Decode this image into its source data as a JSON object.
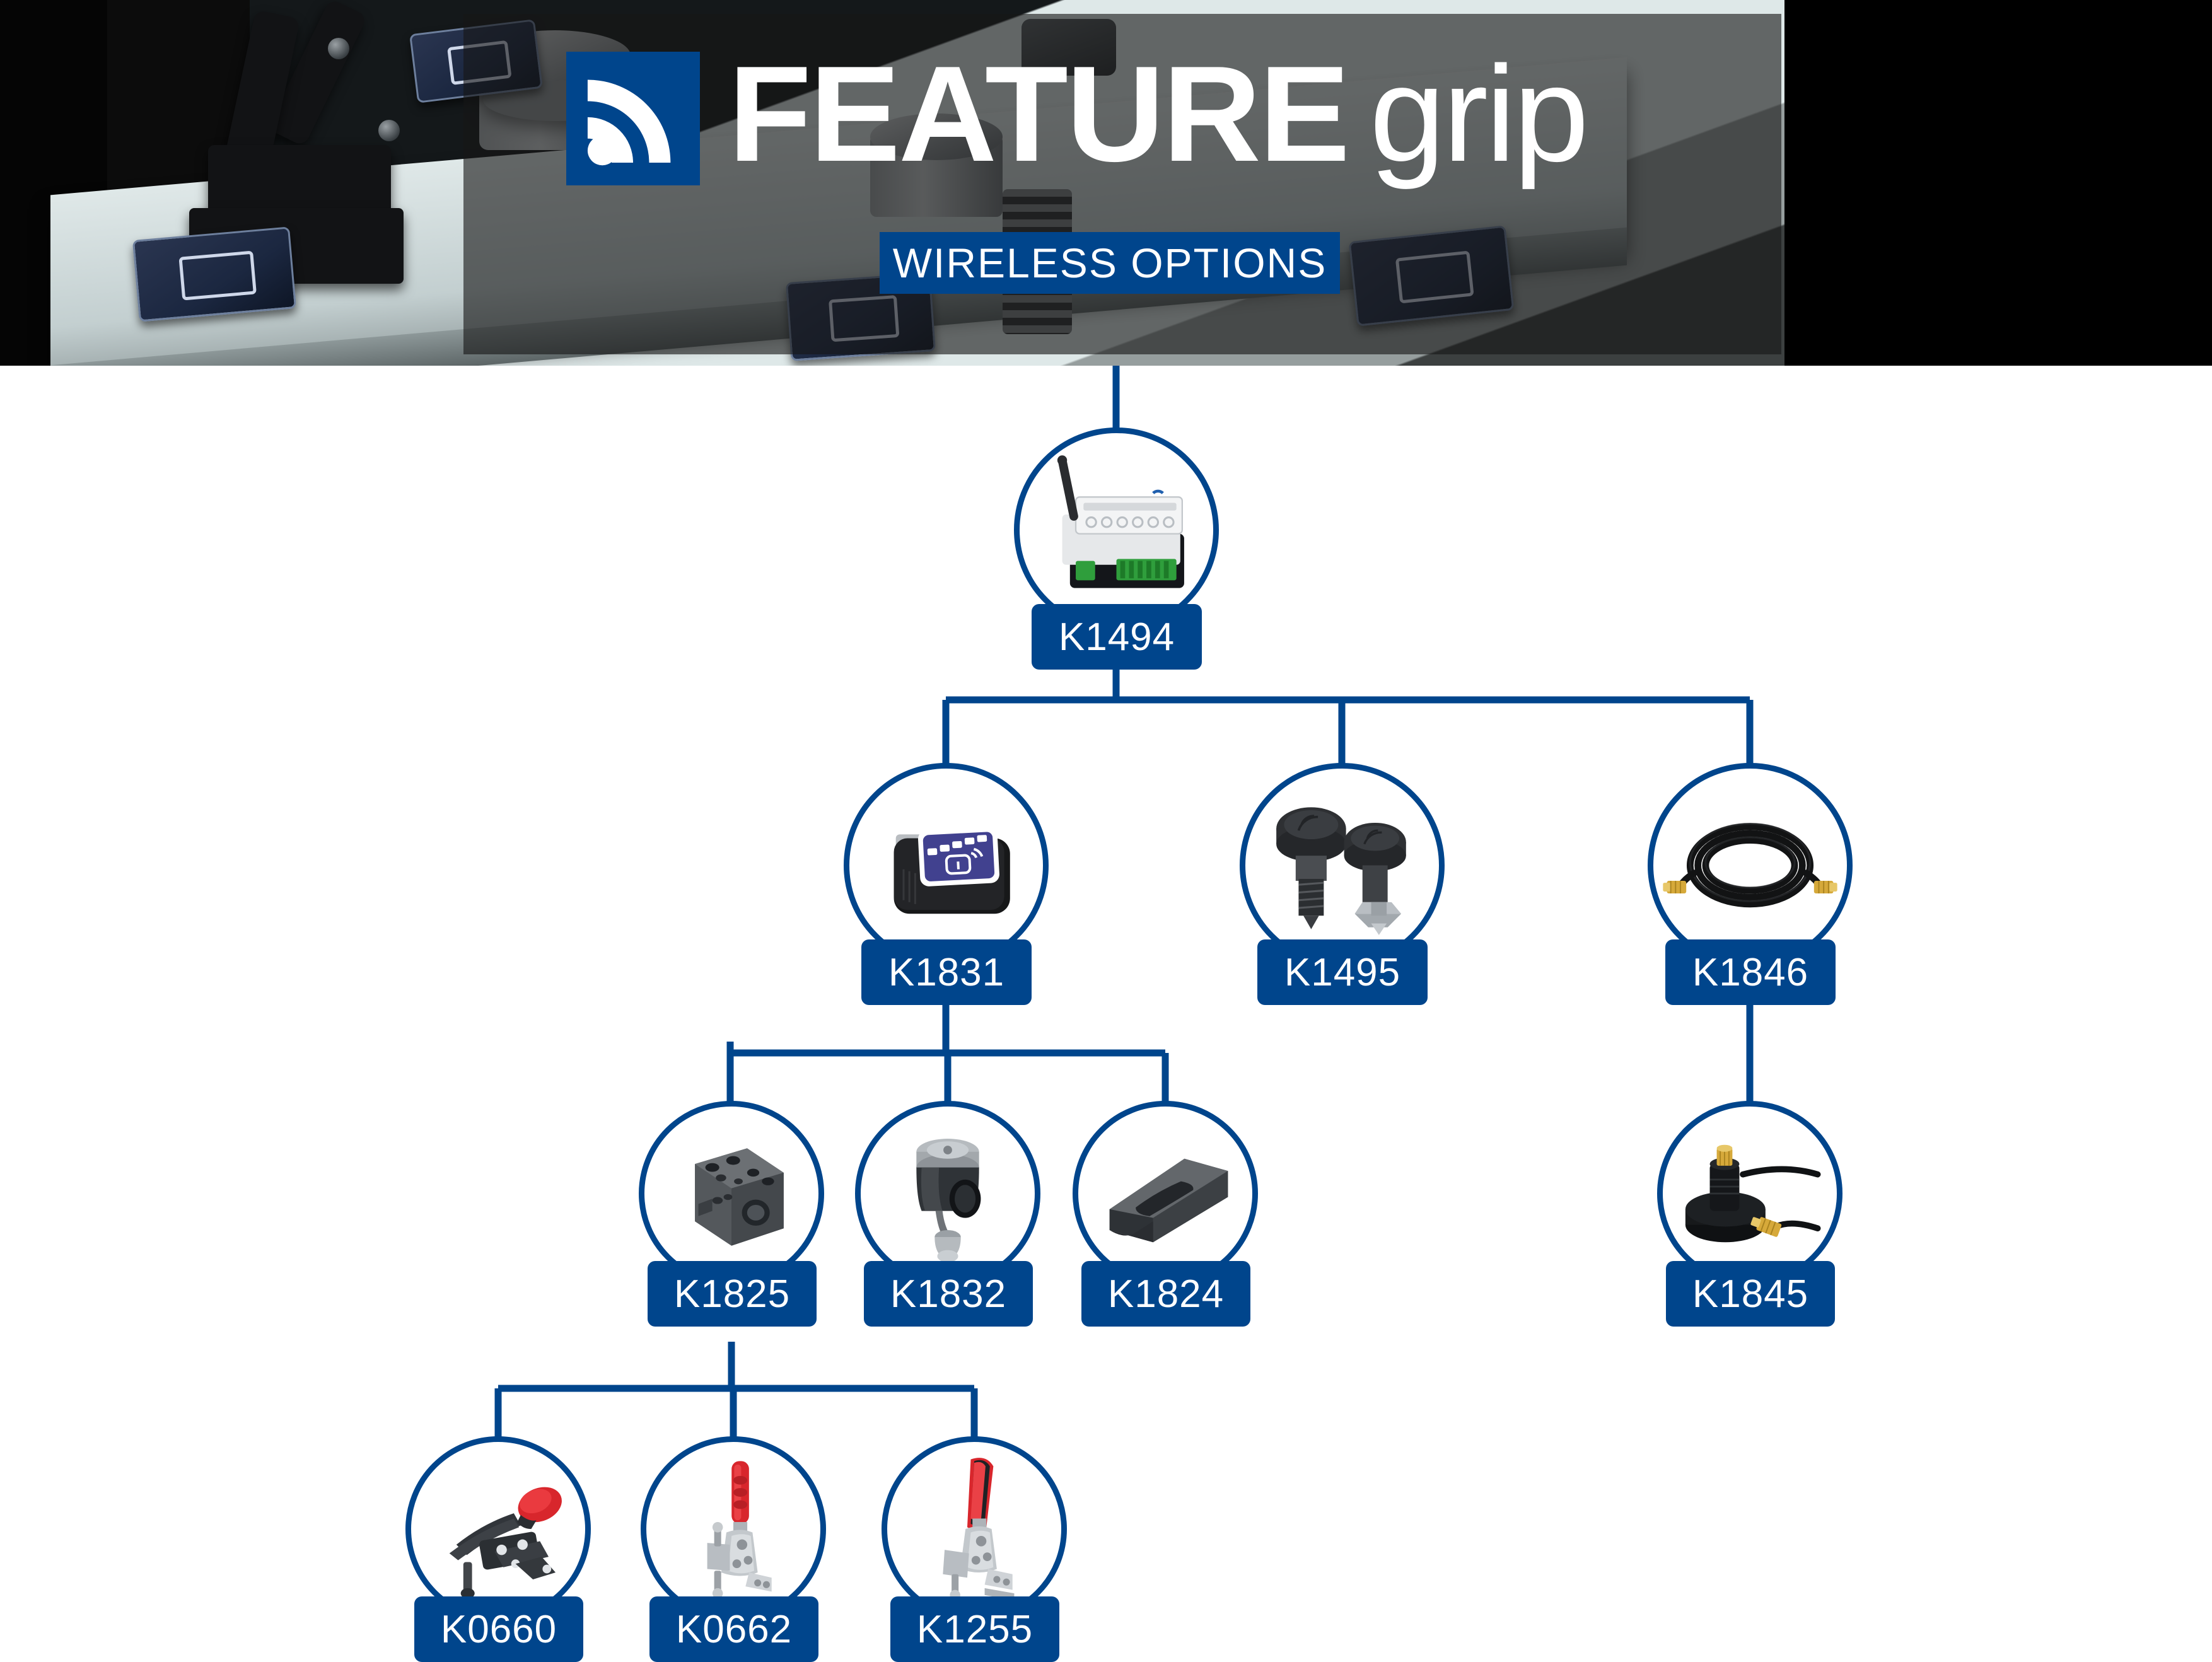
{
  "header": {
    "logo_icon": "wireless-signal-icon",
    "brand_bold": "FEATURE",
    "brand_light": "grip",
    "subtitle": "WIRELESS OPTIONS",
    "accent_color": "#00458C"
  },
  "diagram": {
    "title": "Wireless options product tree",
    "nodes": [
      {
        "id": "K1494",
        "label": "K1494",
        "icon": "din-rail-wireless-receiver-icon",
        "level": 0
      },
      {
        "id": "K1831",
        "label": "K1831",
        "icon": "wireless-sensor-module-icon",
        "level": 1
      },
      {
        "id": "K1495",
        "label": "K1495",
        "icon": "wireless-indexing-plunger-icon",
        "level": 1
      },
      {
        "id": "K1846",
        "label": "K1846",
        "icon": "coaxial-antenna-cable-icon",
        "level": 1
      },
      {
        "id": "K1825",
        "label": "K1825",
        "icon": "sensor-mounting-block-icon",
        "level": 2
      },
      {
        "id": "K1832",
        "label": "K1832",
        "icon": "cylindrical-position-sensor-icon",
        "level": 2
      },
      {
        "id": "K1824",
        "label": "K1824",
        "icon": "slotted-clamping-block-icon",
        "level": 2
      },
      {
        "id": "K1845",
        "label": "K1845",
        "icon": "magnetic-antenna-base-icon",
        "level": 2
      },
      {
        "id": "K0660",
        "label": "K0660",
        "icon": "horizontal-toggle-clamp-icon",
        "level": 3
      },
      {
        "id": "K0662",
        "label": "K0662",
        "icon": "vertical-toggle-clamp-icon",
        "level": 3
      },
      {
        "id": "K1255",
        "label": "K1255",
        "icon": "vertical-toggle-clamp-flat-handle-icon",
        "level": 3
      }
    ],
    "edges": [
      {
        "from": "header",
        "to": "K1494"
      },
      {
        "from": "K1494",
        "to": "K1831"
      },
      {
        "from": "K1494",
        "to": "K1495"
      },
      {
        "from": "K1494",
        "to": "K1846"
      },
      {
        "from": "K1831",
        "to": "K1825"
      },
      {
        "from": "K1831",
        "to": "K1832"
      },
      {
        "from": "K1831",
        "to": "K1824"
      },
      {
        "from": "K1846",
        "to": "K1845"
      },
      {
        "from": "K1825",
        "to": "K0660"
      },
      {
        "from": "K1825",
        "to": "K0662"
      },
      {
        "from": "K1825",
        "to": "K1255"
      }
    ]
  }
}
